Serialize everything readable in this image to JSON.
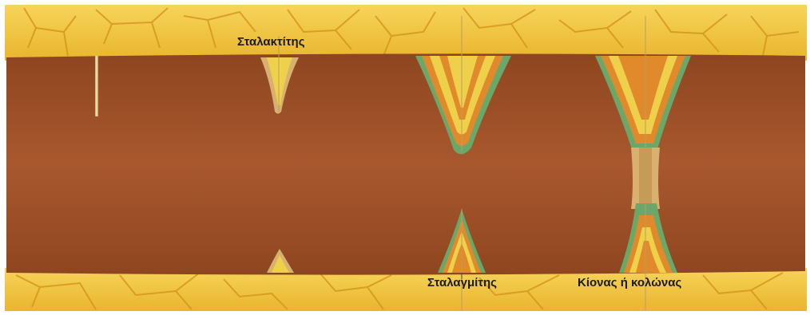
{
  "labels": {
    "stalactite": "Σταλακτίτης",
    "stalagmite": "Σταλαγμίτης",
    "column": "Κίονας ή κολώνας"
  },
  "colors": {
    "rock": "#f0c43a",
    "rock_crack": "#d9a020",
    "cave": "#a9582e",
    "cave_dark": "#8e4620",
    "mineral_yellow": "#efd04a",
    "mineral_orange": "#e08a2c",
    "mineral_green": "#6aa86a",
    "mineral_tan": "#d8b070"
  }
}
